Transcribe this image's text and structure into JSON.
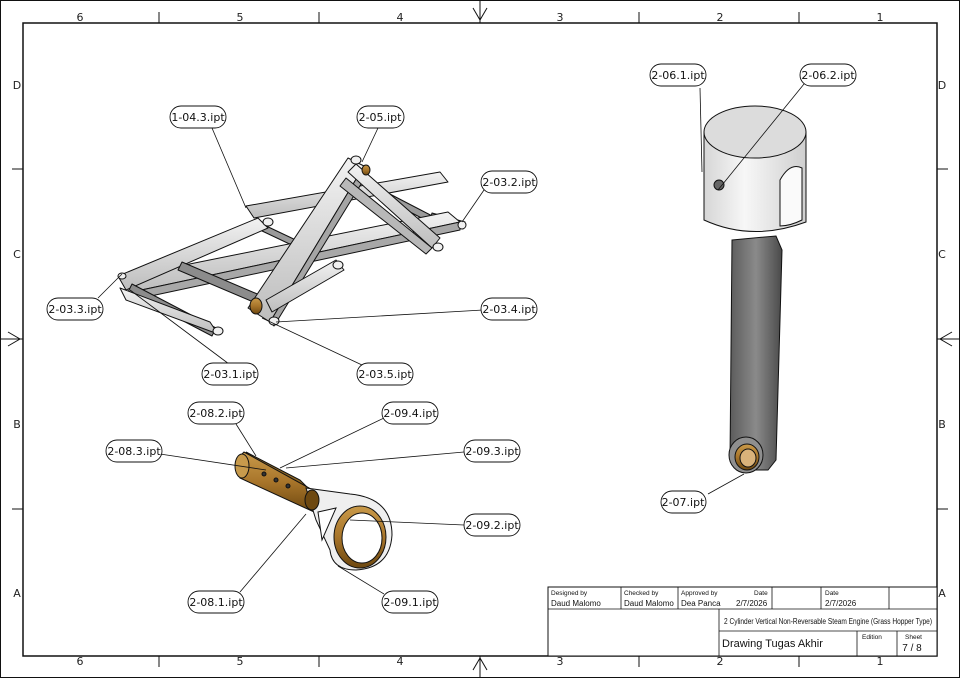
{
  "sheet": {
    "top_cols": [
      "6",
      "5",
      "4",
      "3",
      "2",
      "1"
    ],
    "bottom_cols": [
      "6",
      "5",
      "4",
      "3",
      "2",
      "1"
    ],
    "left_rows": [
      "D",
      "C",
      "B",
      "A"
    ],
    "right_rows": [
      "D",
      "C",
      "B",
      "A"
    ]
  },
  "balloons": {
    "b1": "1-04.3.ipt",
    "b2": "2-05.ipt",
    "b3": "2-03.2.ipt",
    "b4": "2-03.3.ipt",
    "b5": "2-03.4.ipt",
    "b6": "2-03.1.ipt",
    "b7": "2-03.5.ipt",
    "b8": "2-08.2.ipt",
    "b9": "2-09.4.ipt",
    "b10": "2-08.3.ipt",
    "b11": "2-09.3.ipt",
    "b12": "2-09.2.ipt",
    "b13": "2-08.1.ipt",
    "b14": "2-09.1.ipt",
    "b15": "2-06.1.ipt",
    "b16": "2-06.2.ipt",
    "b17": "2-07.ipt"
  },
  "title_block": {
    "designed_by_label": "Designed by",
    "designed_by": "Daud Malomo",
    "checked_by_label": "Checked by",
    "checked_by": "Daud Malomo",
    "approved_by_label": "Approved by",
    "approved_by": "Dea Panca",
    "date_label_1": "Date",
    "date_1": "2/7/2026",
    "date_label_2": "Date",
    "date_2": "2/7/2026",
    "project_title": "2 Cylinder Vertical Non-Reversable Steam Engine (Grass Hopper Type)",
    "drawing_title": "Drawing Tugas Akhir",
    "edition_label": "Edition",
    "edition": "",
    "sheet_label": "Sheet",
    "sheet": "7 / 8"
  },
  "colors": {
    "line": "#111111",
    "part_light": "#e6e6e6",
    "part_dark": "#6e6e6e",
    "bronze": "#a8752a"
  }
}
